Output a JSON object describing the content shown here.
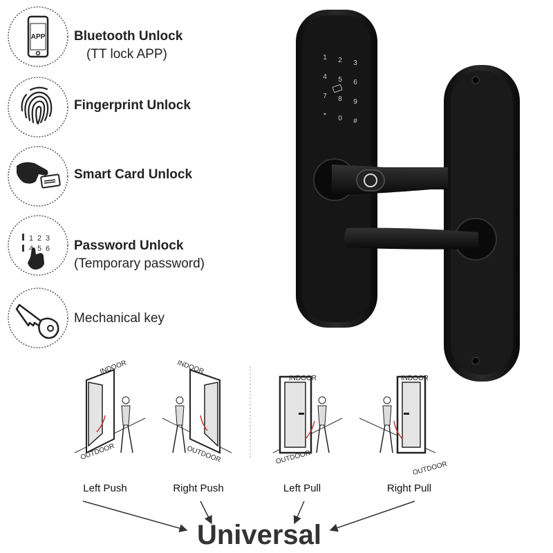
{
  "features": [
    {
      "icon": "phone-app-icon",
      "title": "Bluetooth Unlock",
      "subtitle": "(TT lock APP)",
      "icon_text": "APP"
    },
    {
      "icon": "fingerprint-icon",
      "title": "Fingerprint Unlock",
      "subtitle": ""
    },
    {
      "icon": "smart-card-icon",
      "title": "Smart Card Unlock",
      "subtitle": ""
    },
    {
      "icon": "keypad-icon",
      "title": "Password Unlock",
      "subtitle": "(Temporary password)",
      "icon_digits": [
        "1",
        "2",
        "3",
        "4",
        "5",
        "6"
      ]
    },
    {
      "icon": "key-icon",
      "title": "",
      "subtitle": "Mechanical key"
    }
  ],
  "keypad": {
    "keys": [
      "1",
      "2",
      "3",
      "4",
      "5",
      "6",
      "7",
      "8",
      "9",
      "*",
      "0",
      "#"
    ]
  },
  "doors": [
    {
      "indoor": "INDOOR",
      "outdoor": "OUTDOOR",
      "mode": "Left Push"
    },
    {
      "indoor": "INDOOR",
      "outdoor": "OUTDOOR",
      "mode": "Right Push"
    },
    {
      "indoor": "INDOOR",
      "outdoor": "OUTDOOR",
      "mode": "Left Pull"
    },
    {
      "indoor": "INDOOR",
      "outdoor": "OUTDOOR",
      "mode": "Right Pull"
    }
  ],
  "summary": "Universal"
}
